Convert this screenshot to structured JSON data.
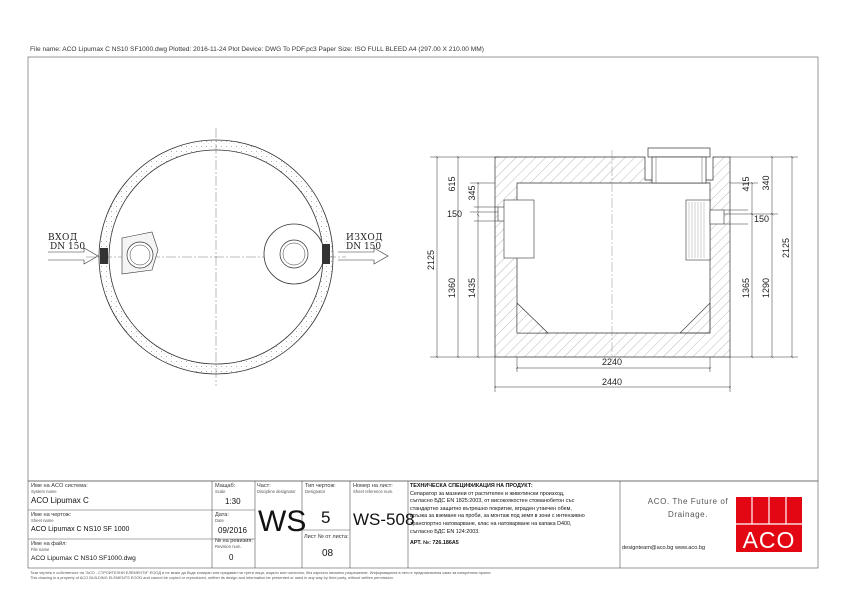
{
  "header": {
    "text": "File name: ACO Lipumax C NS10 SF1000.dwg   Plotted: 2016-11-24   Plot Device: DWG To PDF.pc3   Paper Size: ISO FULL BLEED A4 (297.00 X 210.00 MM)"
  },
  "plan": {
    "inlet_label": "ВХОД",
    "inlet_dn": "DN 150",
    "outlet_label": "ИЗХОД",
    "outlet_dn": "DN 150"
  },
  "section": {
    "dims": {
      "d615": "615",
      "d345": "345",
      "d150_left": "150",
      "d2125_left": "2125",
      "d1360": "1360",
      "d1435": "1435",
      "d415": "415",
      "d340": "340",
      "d150_right": "150",
      "d2125_right": "2125",
      "d1365": "1365",
      "d1290": "1290",
      "d2240": "2240",
      "d2440": "2440"
    }
  },
  "title_block": {
    "system_name_label": "Име на ACO система:",
    "system_name_sub": "System name",
    "system_name": "ACO Lipumax C",
    "drawing_name_label": "Име на чертож:",
    "drawing_name_sub": "Sheet name",
    "drawing_name": "ACO Lipumax C NS10 SF 1000",
    "file_name_label": "Име на файл:",
    "file_name_sub": "File name",
    "file_name": "ACO Lipumax C NS10 SF1000.dwg",
    "scale_label": "Мащаб:",
    "scale_sub": "Scale",
    "scale": "1:30",
    "date_label": "Дата:",
    "date_sub": "Date",
    "date": "09/2016",
    "revision_label": "№ на ревизия:",
    "revision_sub": "Revision num.",
    "revision": "0",
    "part_label": "Част:",
    "part_sub": "Discipline designator",
    "part": "WS",
    "type_label": "Тип чертож:",
    "type_sub": "Designator",
    "type": "5",
    "sheet_count_label": "Лист № от листа:",
    "sheet_count": "08",
    "sheet_num_label": "Номер на лист:",
    "sheet_num_sub": "Sheet reference num.",
    "sheet_num": "WS-508",
    "spec_title": "ТЕХНИЧЕСКА СПЕЦИФИКАЦИЯ НА ПРОДУКТ:",
    "spec_lines": [
      "Сепаратор за мазнини от растителен и животински произход,",
      "съгласно БДС EN 1825:2003, от високоякостен стоманобетон със",
      "стандартно защитно вътрешно покритие, вграден утаечен обем,",
      "връзка за вземане на проби, за монтаж под земя в зони с интензивно",
      "транспортно натоварване, клас на натоварване на капака D400,",
      "съгласно БДС EN 124:2003."
    ],
    "art": "АРТ. №: 726.186А5",
    "brand_line1": "ACO. The Future of",
    "brand_line2": "Drainage.",
    "contact": "designteam@aco.bg   www.aco.bg",
    "logo": "ACO",
    "footer1": "Този чертеж е собственост на \"АСО - СТРОИТЕЛНИ ЕЛЕМЕНТИ\" ЕООД и не може да бъде копиран или предаван на трети лица, изцяло или частично, без изрично писмено разрешение. Информацията в него е предназначена само за конкретния проект.",
    "footer2": "This drawing is a property of ACO BUILDING ELEMENTS EOOD and cannot be copied or reproduced, neither its design and information be presented or used in any way by third party, without written permission."
  }
}
